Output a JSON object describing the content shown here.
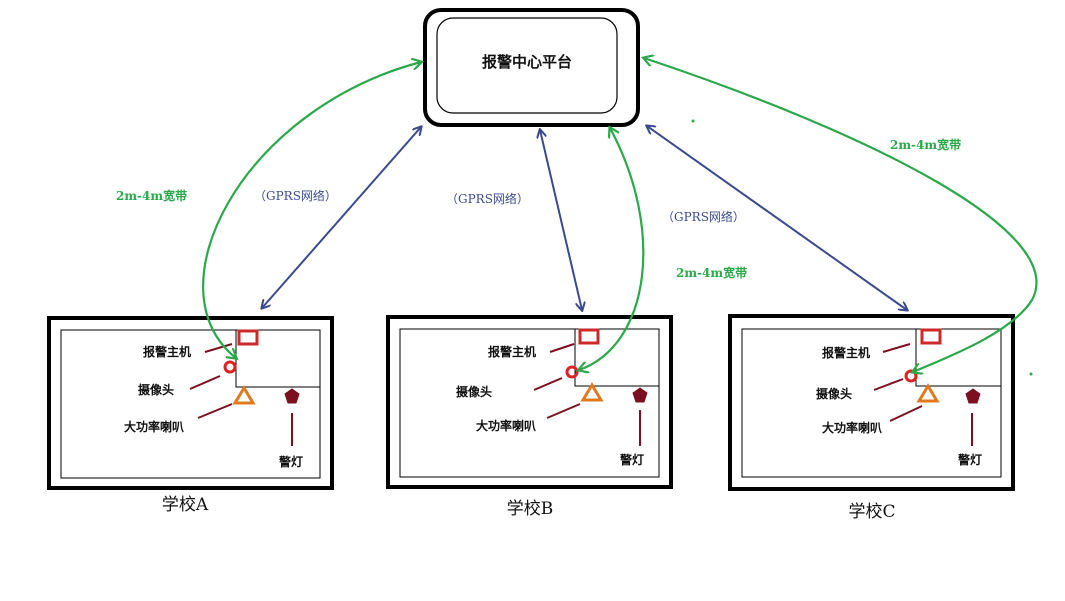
{
  "center": {
    "title": "报警中心平台"
  },
  "schools": [
    {
      "name": "学校A",
      "host": "报警主机",
      "camera": "摄像头",
      "speaker": "大功率喇叭",
      "light": "警灯"
    },
    {
      "name": "学校B",
      "host": "报警主机",
      "camera": "摄像头",
      "speaker": "大功率喇叭",
      "light": "警灯"
    },
    {
      "name": "学校C",
      "host": "报警主机",
      "camera": "摄像头",
      "speaker": "大功率喇叭",
      "light": "警灯"
    }
  ],
  "links": {
    "gprs_label": "（GPRS网络）",
    "broadband_label": "2m-4m宽带"
  },
  "colors": {
    "gprs": "#3a4a8c",
    "broadband": "#2aa84a",
    "host": "#cc2a2a",
    "camera": "#dd2222",
    "speaker": "#e07a1e",
    "light": "#7a1020",
    "pointer": "#7a1020"
  }
}
